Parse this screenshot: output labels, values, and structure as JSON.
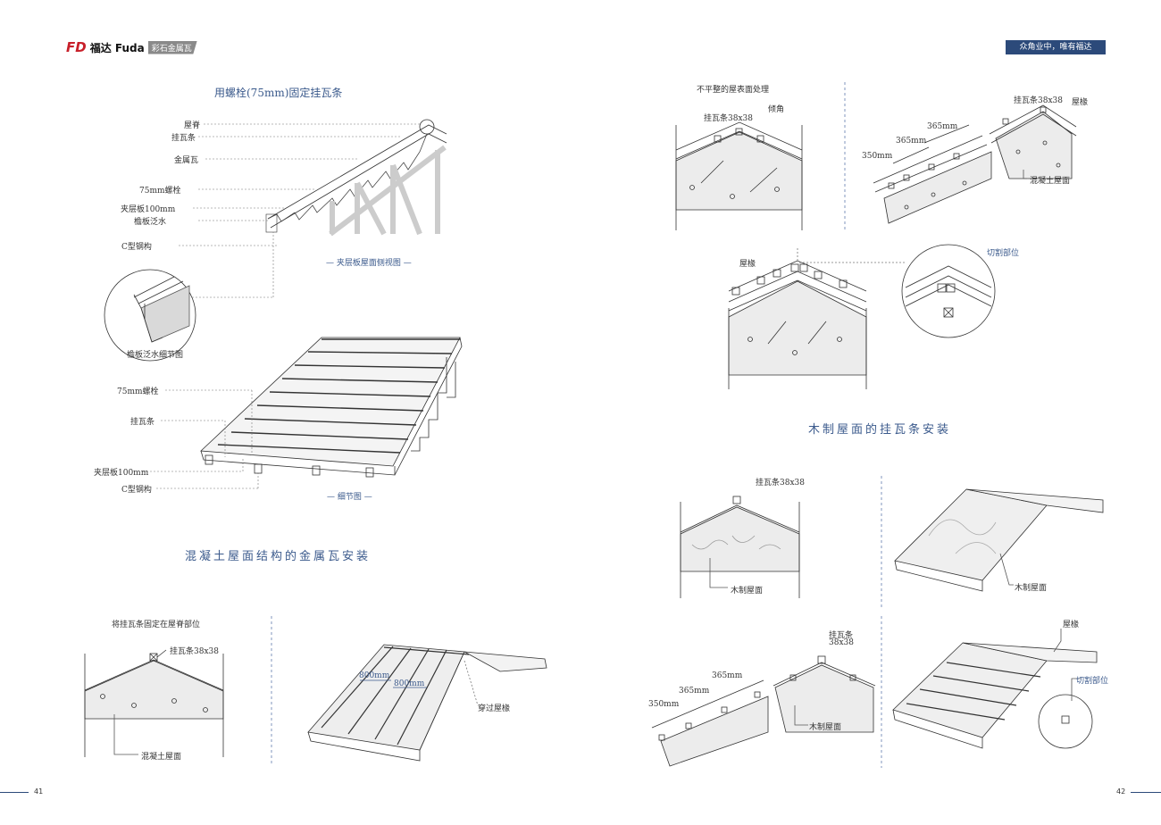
{
  "header": {
    "logo_mark": "FD",
    "brand_name": "福达 Fuda",
    "brand_sub": "彩石金属瓦",
    "slogan": "众角业中，唯有福达"
  },
  "pages": {
    "left": "41",
    "right": "42"
  },
  "left": {
    "top_title": "用螺栓(75mm)固定挂瓦条",
    "side_labels": [
      "屋脊",
      "挂瓦条",
      "金属瓦",
      "75mm螺栓",
      "夹层板100mm",
      "檐板泛水",
      "C型钢构"
    ],
    "side_caption": "— 夹层板屋面侧视图 —",
    "detail_circle_caption": "檐板泛水细节图",
    "deck_labels": [
      "75mm螺栓",
      "挂瓦条",
      "夹层板100mm",
      "C型钢构"
    ],
    "deck_caption": "— 细节图 —",
    "concrete_title": "混凝土屋面结构的金属瓦安装",
    "ridge_note": "将挂瓦条固定在屋脊部位",
    "ridge_batten": "挂瓦条38x38",
    "ridge_base": "混凝土屋面",
    "spacing_1": "800mm",
    "spacing_2": "800mm",
    "through_rafter": "穿过屋椽"
  },
  "right": {
    "uneven_note": "不平整的屋表面处理",
    "uneven_batten": "挂瓦条38x38",
    "uneven_angle": "倾角",
    "slope_batten": "挂瓦条38x38",
    "slope_rafter": "屋椽",
    "slope_d1": "365mm",
    "slope_d2": "365mm",
    "slope_d3": "350mm",
    "slope_base": "混凝土屋面",
    "cut_rafter": "屋椽",
    "cut_label": "切割部位",
    "wood_title": "木制屋面的挂瓦条安装",
    "wood_batten": "挂瓦条38x38",
    "wood_base_1": "木制屋面",
    "wood_base_2": "木制屋面",
    "wood_d1": "365mm",
    "wood_d2": "365mm",
    "wood_d3": "350mm",
    "wood_batten_2a": "挂瓦条",
    "wood_batten_2b": "38x38",
    "wood_base_3": "木制屋面",
    "wood_rafter": "屋椽",
    "wood_cut": "切割部位"
  }
}
